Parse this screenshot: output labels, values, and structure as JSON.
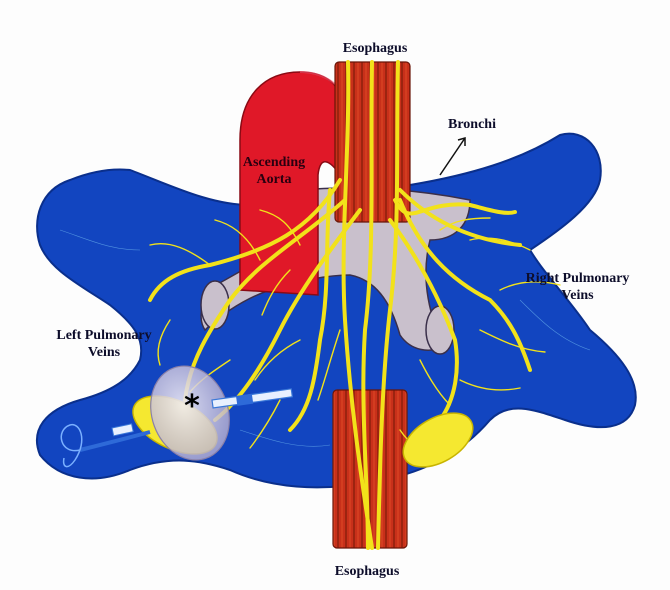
{
  "labels": {
    "esophagus_top": "Esophagus",
    "esophagus_bottom": "Esophagus",
    "bronchi": "Bronchi",
    "ascending_aorta_line1": "Ascending",
    "ascending_aorta_line2": "Aorta",
    "right_pulmonary_line1": "Right Pulmonary",
    "right_pulmonary_line2": "Veins",
    "left_pulmonary_line1": "Left Pulmonary",
    "left_pulmonary_line2": "Veins",
    "marker": "*"
  },
  "colors": {
    "atrium_blue": "#1245c0",
    "atrium_outline": "#0a2f8c",
    "aorta_red": "#e01828",
    "esophagus_red": "#c8301a",
    "esophagus_stripe": "#7a1a0a",
    "nerve_yellow": "#f2e21a",
    "bronchi_gray": "#c9c0cc",
    "balloon": "#d8d2e4"
  },
  "icons": [
    "arrow-icon",
    "catheter-icon",
    "balloon-icon"
  ]
}
